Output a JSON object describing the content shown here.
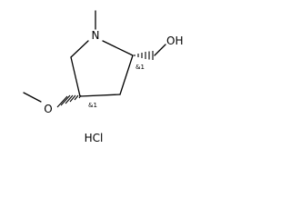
{
  "molecule": {
    "atoms": {
      "n": "N",
      "oh": "OH",
      "ome": "O",
      "salt": "HCl"
    },
    "stereo": {
      "c2": "&1",
      "c4": "&1"
    }
  }
}
